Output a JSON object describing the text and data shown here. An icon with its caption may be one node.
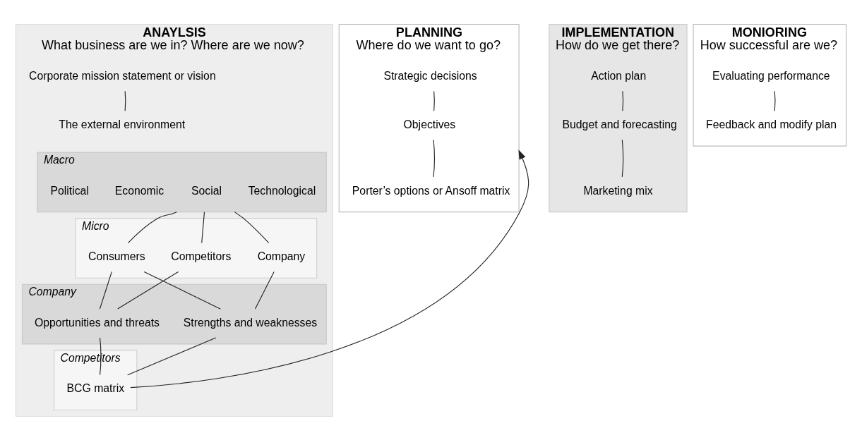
{
  "diagram": {
    "nodes": [
      {
        "text": [
          "ANAYLSIS",
          "What business are we in? Where are we now?"
        ]
      },
      {
        "text": [
          "Corporate mission statement or vision"
        ],
        "in": 0
      },
      {
        "text": [
          "The external environment"
        ],
        "in": 0
      },
      {
        "text": [
          "Macro"
        ],
        "in": 0
      },
      {
        "text": [
          "Political"
        ],
        "in": 3
      },
      {
        "text": [
          "Economic"
        ],
        "in": 3
      },
      {
        "text": [
          "Social"
        ],
        "in": 3
      },
      {
        "text": [
          "Technological"
        ],
        "in": 3
      },
      {
        "text": [
          "Micro"
        ],
        "in": 0
      },
      {
        "text": [
          "Company"
        ],
        "in": 8
      },
      {
        "text": [
          "Consumers"
        ],
        "in": 8
      },
      {
        "text": [
          "Competitors"
        ],
        "in": 8
      },
      {
        "text": [
          "Company"
        ],
        "in": 0
      },
      {
        "text": [
          "Strengths and weaknesses"
        ],
        "in": 12
      },
      {
        "text": [
          "Opportunities and threats"
        ],
        "in": 12
      },
      {
        "text": [
          "Competitors"
        ],
        "in": 0
      },
      {
        "text": [
          "BCG matrix"
        ],
        "in": 15
      },
      {
        "text": [
          "PLANNING",
          "Where do we want to go?"
        ]
      },
      {
        "text": [
          "Strategic decisions"
        ],
        "in": 17
      },
      {
        "text": [
          "Objectives"
        ],
        "in": 17
      },
      {
        "text": [
          "Porter’s options or Ansoff matrix"
        ],
        "in": 17
      },
      {
        "text": [
          "IMPLEMENTATION",
          "How do we get there?"
        ]
      },
      {
        "text": [
          "Action plan"
        ],
        "in": 21
      },
      {
        "text": [
          "Budget and forecasting"
        ],
        "in": 21
      },
      {
        "text": [
          "Marketing mix"
        ],
        "in": 21
      },
      {
        "text": [
          "MONIORING",
          "How successful are we?"
        ]
      },
      {
        "text": [
          "Evaluating performance"
        ],
        "in": 25
      },
      {
        "text": [
          "Feedback and modify plan"
        ],
        "in": 25
      }
    ],
    "edges": [
      {
        "from": 1,
        "to": 2,
        "arrow": "none"
      },
      {
        "from": 3,
        "to": 9,
        "arrow": "none"
      },
      {
        "from": 3,
        "to": 10,
        "arrow": "none"
      },
      {
        "from": 3,
        "to": 11,
        "arrow": "none"
      },
      {
        "from": 9,
        "to": 13,
        "arrow": "none"
      },
      {
        "from": 10,
        "to": 13,
        "arrow": "none"
      },
      {
        "from": 10,
        "to": 14,
        "arrow": "none"
      },
      {
        "from": 11,
        "to": 14,
        "arrow": "none"
      },
      {
        "from": 13,
        "to": 16,
        "arrow": "none"
      },
      {
        "from": 14,
        "to": 16,
        "arrow": "none"
      },
      {
        "from": 16,
        "to": 17,
        "arrow": "to"
      },
      {
        "from": 18,
        "to": 19,
        "arrow": "none"
      },
      {
        "from": 19,
        "to": 20,
        "arrow": "none"
      },
      {
        "from": 22,
        "to": 23,
        "arrow": "none"
      },
      {
        "from": 23,
        "to": 24,
        "arrow": "none"
      },
      {
        "from": 26,
        "to": 27,
        "arrow": "none"
      }
    ]
  }
}
